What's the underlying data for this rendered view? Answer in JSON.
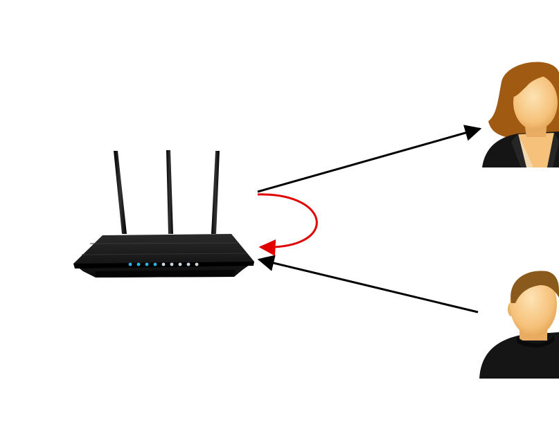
{
  "diagram": {
    "nodes": [
      {
        "id": "router",
        "kind": "wireless-router",
        "icon": "router-icon",
        "antennas": 3,
        "status_leds": 9
      },
      {
        "id": "user-top",
        "kind": "person",
        "icon": "woman-icon"
      },
      {
        "id": "user-bottom",
        "kind": "person",
        "icon": "man-icon"
      }
    ],
    "edges": [
      {
        "from": "router",
        "to": "user-top",
        "color": "#000000",
        "style": "straight-arrow"
      },
      {
        "from": "user-bottom",
        "to": "router",
        "color": "#000000",
        "style": "straight-arrow"
      },
      {
        "from": "router",
        "to": "router",
        "color": "#e00000",
        "style": "loop-arrow"
      }
    ]
  },
  "colors": {
    "router_body": "#111111",
    "led": "#29b6e6",
    "led_dim": "#cfd8dc",
    "hair_top": "#a05a12",
    "hair_bottom": "#8a5a1c",
    "skin": "#f6c17a",
    "suit": "#151515",
    "arrow_black": "#000000",
    "arrow_red": "#e00000"
  }
}
